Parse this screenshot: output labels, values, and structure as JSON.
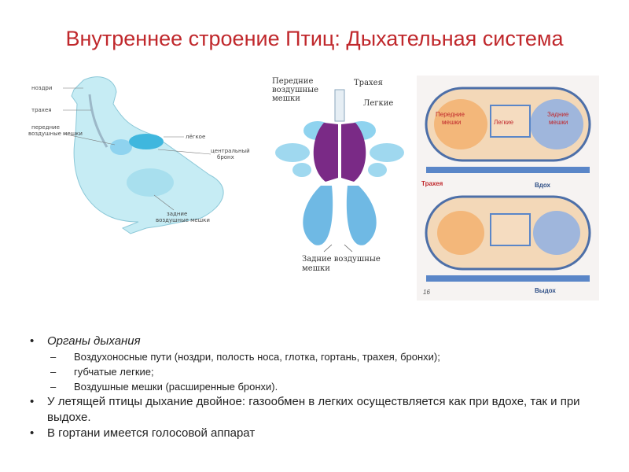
{
  "title": "Внутреннее строение Птиц: Дыхательная система",
  "fig1": {
    "labels": {
      "nostrils": "ноздри",
      "trachea": "трахея",
      "front_sacs_1": "передние",
      "front_sacs_2": "воздушные мешки",
      "lung": "лёгкое",
      "central_1": "центральный",
      "central_2": "бронх",
      "rear_1": "задние",
      "rear_2": "воздушные мешки"
    }
  },
  "fig2": {
    "labels": {
      "front_1": "Передние",
      "front_2": "воздушные",
      "front_3": "мешки",
      "trachea": "Трахея",
      "lungs": "Легкие",
      "rear_1": "Задние воздушные",
      "rear_2": "мешки"
    }
  },
  "fig3": {
    "labels": {
      "front_sacs_1": "Передние",
      "front_sacs_2": "мешки",
      "lungs": "Легкие",
      "rear_sacs_1": "Задние",
      "rear_sacs_2": "мешки",
      "trachea": "Трахея",
      "inhale": "Вдох",
      "exhale": "Выдох",
      "page": "16"
    }
  },
  "bullets": {
    "b1": "Органы дыхания",
    "b1_sub": [
      "Воздухоносные пути (ноздри, полость носа, глотка, гортань, трахея, бронхи);",
      "губчатые легкие;",
      "Воздушные мешки (расширенные бронхи)."
    ],
    "b2": "У летящей птицы дыхание двойное: газообмен в легких осуществляется как при вдохе, так и при выдохе.",
    "b3": "В гортани имеется голосовой аппарат"
  },
  "colors": {
    "title": "#c0282c",
    "bird": "#c6ecf4",
    "sac": "#8fd3ef",
    "lung_purple": "#7a2a86",
    "tube_blue": "#5a86c8",
    "lung_orange": "#f3b77a"
  }
}
